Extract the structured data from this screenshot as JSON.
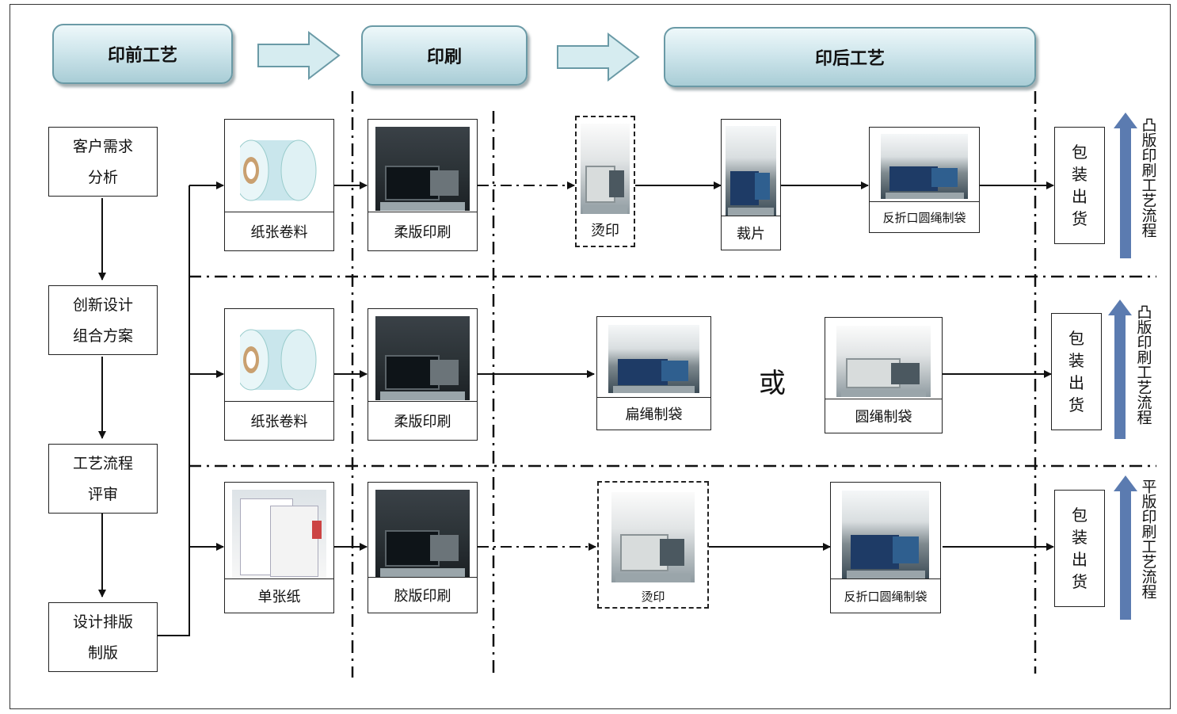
{
  "phases": {
    "prepress": "印前工艺",
    "printing": "印刷",
    "postpress": "印后工艺"
  },
  "steps": [
    {
      "line1": "客户需求",
      "line2": "分析"
    },
    {
      "line1": "创新设计",
      "line2": "组合方案"
    },
    {
      "line1": "工艺流程",
      "line2": "评审"
    },
    {
      "line1": "设计排版",
      "line2": "制版"
    }
  ],
  "rows": [
    {
      "material": "纸张卷料",
      "print": "柔版印刷",
      "hot_stamp": "烫印",
      "cut": "裁片",
      "bagging": "反折口圆绳制袋",
      "pack": [
        "包",
        "装",
        "出",
        "货"
      ],
      "process_name": "凸版印刷工艺流程"
    },
    {
      "material": "纸张卷料",
      "print": "柔版印刷",
      "flat_rope": "扁绳制袋",
      "or": "或",
      "round_rope": "圆绳制袋",
      "pack": [
        "包",
        "装",
        "出",
        "货"
      ],
      "process_name": "凸版印刷工艺流程"
    },
    {
      "material": "单张纸",
      "print": "胶版印刷",
      "hot_stamp": "烫印",
      "bagging": "反折口圆绳制袋",
      "pack": [
        "包",
        "装",
        "出",
        "货"
      ],
      "process_name": "平版印刷工艺流程"
    }
  ],
  "colors": {
    "phase_border": "#6a9aa6",
    "phase_fill": "#cfe6ec",
    "arrow_fill": "#d6ecf0",
    "vertical_arrow": "#5b7bb0",
    "line": "#111111"
  }
}
